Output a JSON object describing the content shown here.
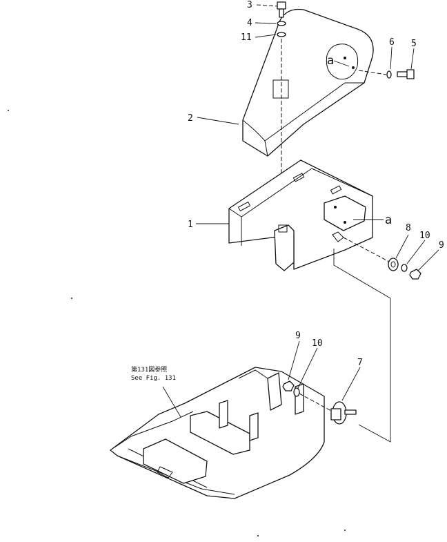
{
  "diagram": {
    "callouts": [
      "3",
      "4",
      "11",
      "2",
      "6",
      "5",
      "1",
      "8",
      "10",
      "9",
      "9",
      "10",
      "7"
    ],
    "reference_marks": [
      "a",
      "a"
    ],
    "note_line1": "第131図参照",
    "note_line2": "See Fig. 131"
  }
}
